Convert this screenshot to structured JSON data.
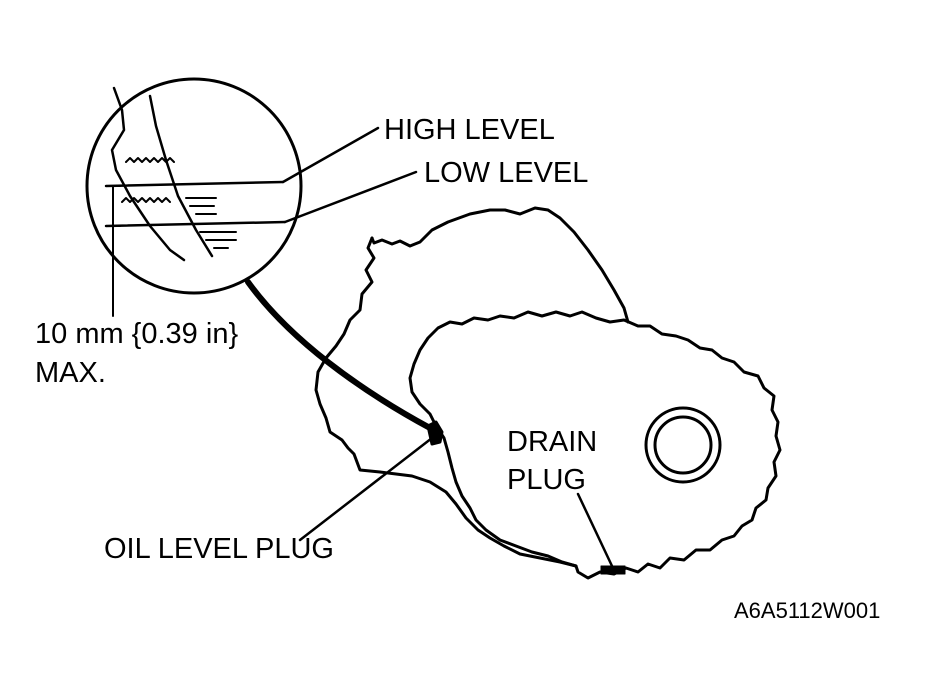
{
  "labels": {
    "high_level": "HIGH LEVEL",
    "low_level": "LOW LEVEL",
    "max_line1": "10 mm {0.39 in}",
    "max_line2": "MAX.",
    "oil_level_plug": "OIL LEVEL PLUG",
    "drain_plug_line1": "DRAIN",
    "drain_plug_line2": "PLUG",
    "figure_code": "A6A5112W001"
  },
  "colors": {
    "ink": "#000000",
    "background": "#ffffff"
  }
}
